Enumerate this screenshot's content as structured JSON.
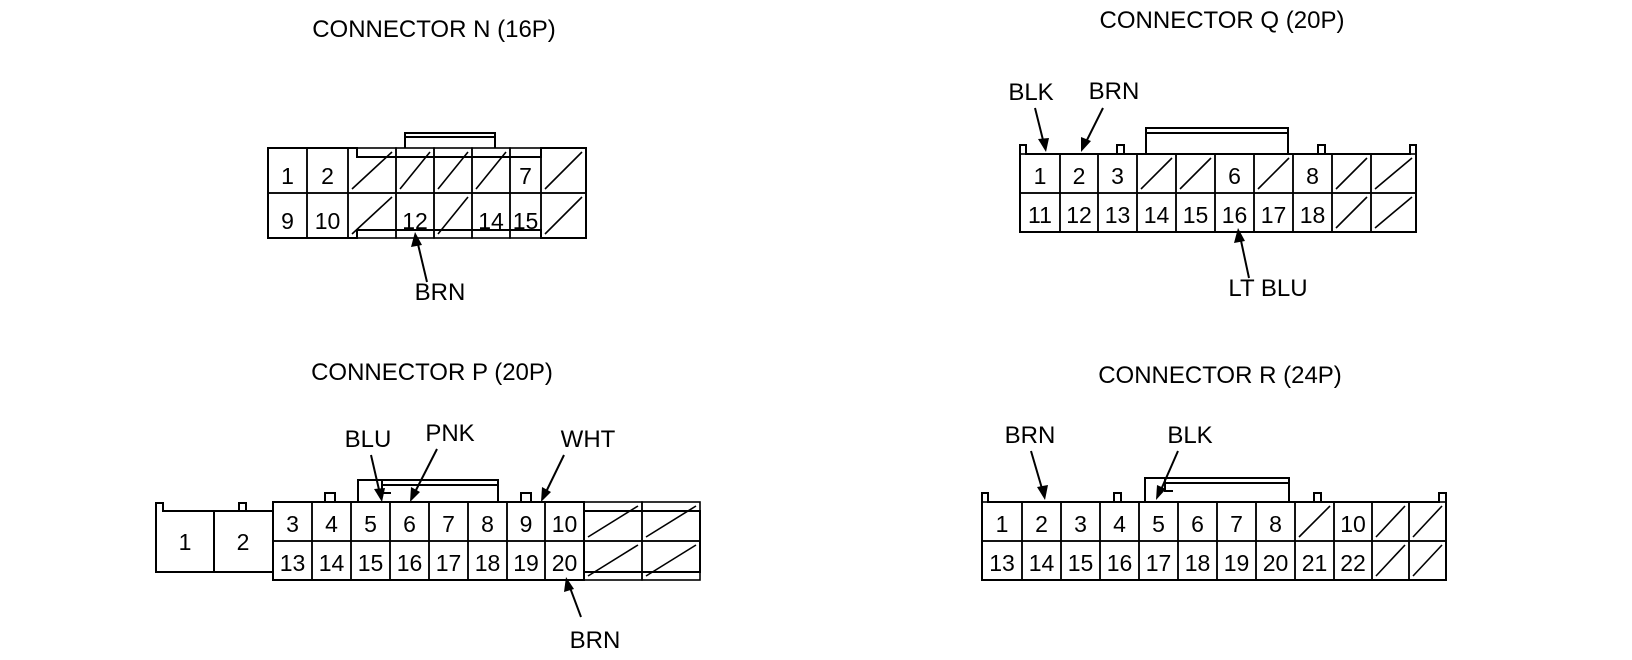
{
  "connectors": {
    "n": {
      "title": "CONNECTOR N (16P)",
      "pins_top": [
        "1",
        "2",
        "",
        "",
        "",
        "",
        "7",
        ""
      ],
      "pins_bottom": [
        "9",
        "10",
        "",
        "12",
        "",
        "14",
        "15",
        ""
      ],
      "wire": "BRN"
    },
    "q": {
      "title": "CONNECTOR Q (20P)",
      "pins_top": [
        "1",
        "2",
        "3",
        "",
        "",
        "6",
        "",
        "8",
        "",
        ""
      ],
      "pins_bottom": [
        "11",
        "12",
        "13",
        "14",
        "15",
        "16",
        "17",
        "18",
        "",
        ""
      ],
      "wires": {
        "blk": "BLK",
        "brn": "BRN",
        "ltblu": "LT BLU"
      }
    },
    "p": {
      "title": "CONNECTOR P (20P)",
      "pins_big": [
        "1",
        "2"
      ],
      "pins_top": [
        "3",
        "4",
        "5",
        "6",
        "7",
        "8",
        "9",
        "10",
        "",
        ""
      ],
      "pins_bottom": [
        "13",
        "14",
        "15",
        "16",
        "17",
        "18",
        "19",
        "20",
        "",
        ""
      ],
      "wires": {
        "blu": "BLU",
        "pnk": "PNK",
        "wht": "WHT",
        "brn": "BRN"
      }
    },
    "r": {
      "title": "CONNECTOR R (24P)",
      "pins_top": [
        "1",
        "2",
        "3",
        "4",
        "5",
        "6",
        "7",
        "8",
        "",
        "10",
        "",
        ""
      ],
      "pins_bottom": [
        "13",
        "14",
        "15",
        "16",
        "17",
        "18",
        "19",
        "20",
        "21",
        "22",
        "",
        ""
      ],
      "wires": {
        "brn": "BRN",
        "blk": "BLK"
      }
    }
  }
}
